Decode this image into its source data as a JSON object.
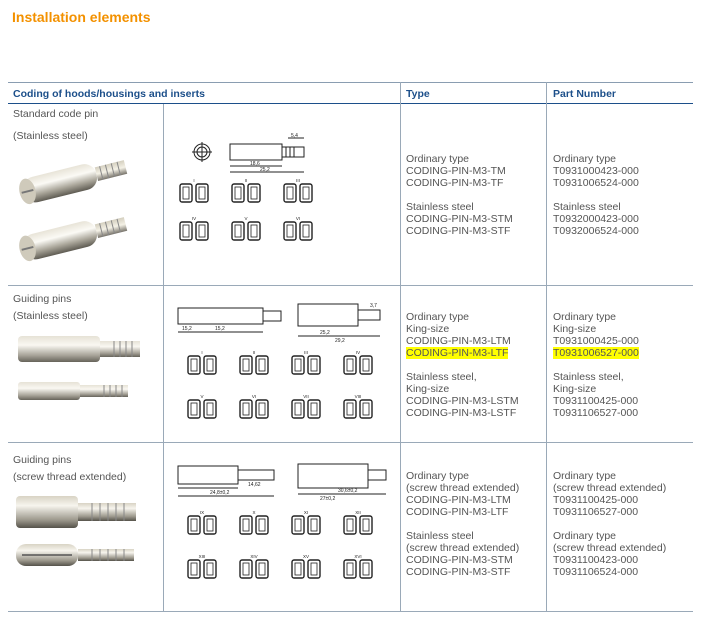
{
  "title": "Installation elements",
  "headers": {
    "col1": "Coding of hoods/housings and inserts",
    "col2": "Type",
    "col3": "Part Number"
  },
  "rows": [
    {
      "label1": "Standard code pin",
      "label2": "(Stainless steel)",
      "type_lines": [
        "Ordinary type",
        "CODING-PIN-M3-TM",
        "CODING-PIN-M3-TF",
        "",
        "Stainless steel",
        "CODING-PIN-M3-STM",
        "CODING-PIN-M3-STF"
      ],
      "part_lines": [
        "Ordinary type",
        "T0931000423-000",
        "T0931006524-000",
        "",
        "Stainless steel",
        "T0932000423-000",
        "T0932006524-000"
      ],
      "roman": [
        "I",
        "II",
        "III",
        "IV",
        "V",
        "VI"
      ]
    },
    {
      "label1": "Guiding pins",
      "label2": "(Stainless steel)",
      "type_lines": [
        "Ordinary type",
        "King-size",
        "CODING-PIN-M3-LTM",
        "CODING-PIN-M3-LTF",
        "",
        "Stainless steel,",
        "King-size",
        "CODING-PIN-M3-LSTM",
        "CODING-PIN-M3-LSTF"
      ],
      "part_lines": [
        "Ordinary type",
        "King-size",
        "T0931000425-000",
        "T0931006527-000",
        "",
        "Stainless steel,",
        "King-size",
        "T0931100425-000",
        "T0931106527-000"
      ],
      "roman": [
        "I",
        "II",
        "III",
        "IV",
        "V",
        "VI",
        "VII",
        "VIII"
      ]
    },
    {
      "label1": "Guiding pins",
      "label2": "(screw thread extended)",
      "type_lines": [
        "Ordinary type",
        "(screw thread extended)",
        "CODING-PIN-M3-LTM",
        "CODING-PIN-M3-LTF",
        "",
        "Stainless steel",
        "(screw thread extended)",
        "CODING-PIN-M3-STM",
        "CODING-PIN-M3-STF"
      ],
      "part_lines": [
        "Ordinary type",
        "(screw thread extended)",
        "T0931100425-000",
        "T0931106527-000",
        "",
        "Ordinary type",
        "(screw thread extended)",
        "T0931100423-000",
        "T0931106524-000"
      ],
      "roman": [
        "IX",
        "X",
        "XI",
        "XII",
        "XIII",
        "XIV",
        "XV",
        "XVI"
      ]
    }
  ],
  "dims": {
    "r1": [
      "5,4",
      "18,6",
      "25,2"
    ],
    "r2": [
      "15,2",
      "15,2",
      "3,7",
      "25,2",
      "29,2"
    ],
    "r3": [
      "14,62",
      "24,8±0,2",
      "30,6±0,2",
      "27±0,2"
    ]
  },
  "colors": {
    "accent": "#f39100",
    "header": "#1c4f8a",
    "highlight": "#ffff00"
  }
}
